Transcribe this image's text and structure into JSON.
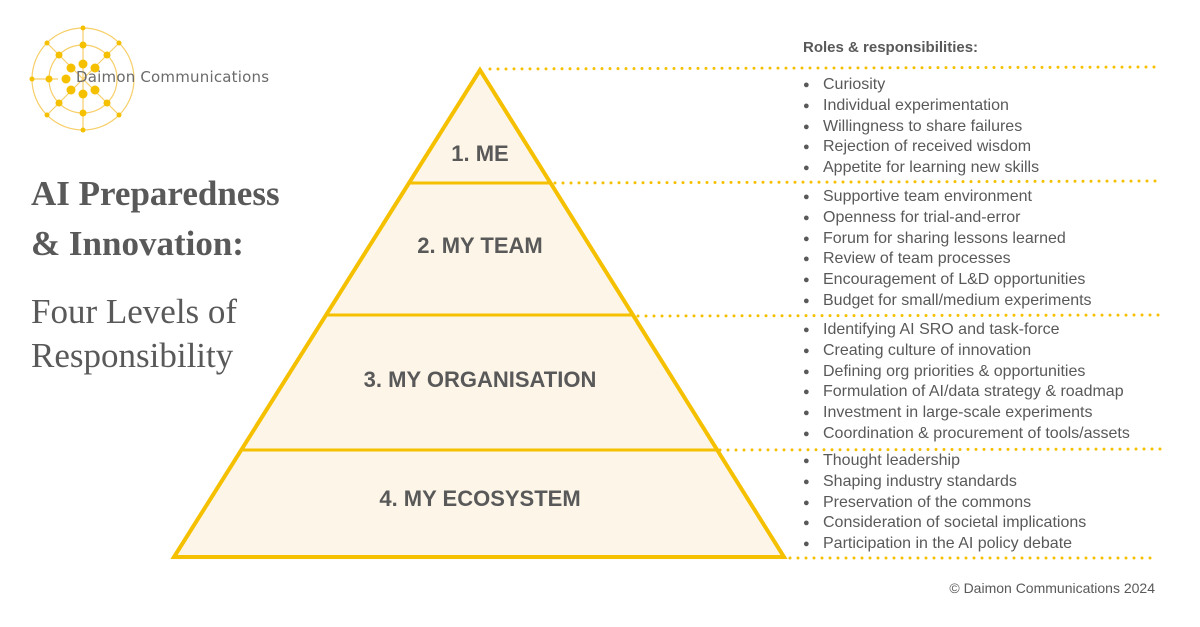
{
  "brand": {
    "name": "Daimon Communications",
    "accent": "#f5c000",
    "fill": "#fdf6e8",
    "text": "#595959"
  },
  "title": {
    "line1": "AI Preparedness",
    "line2": "& Innovation:"
  },
  "subtitle": {
    "line1": "Four Levels of",
    "line2": "Responsibility"
  },
  "pyramid": {
    "levels": [
      "1. ME",
      "2. MY TEAM",
      "3. MY ORGANISATION",
      "4. MY ECOSYSTEM"
    ]
  },
  "roles": {
    "heading": "Roles & responsibilities:",
    "sections": [
      {
        "items": [
          "Curiosity",
          "Individual experimentation",
          "Willingness to share failures",
          "Rejection of received wisdom",
          "Appetite for learning new skills"
        ]
      },
      {
        "items": [
          "Supportive team environment",
          "Openness for trial-and-error",
          "Forum for sharing lessons learned",
          "Review of team processes",
          "Encouragement of L&D opportunities",
          "Budget for small/medium experiments"
        ]
      },
      {
        "items": [
          "Identifying AI SRO and task-force",
          "Creating culture of innovation",
          "Defining org priorities & opportunities",
          "Formulation of AI/data strategy & roadmap",
          "Investment in large-scale experiments",
          "Coordination & procurement of tools/assets"
        ]
      },
      {
        "items": [
          "Thought leadership",
          "Shaping industry standards",
          "Preservation of the commons",
          "Consideration of societal implications",
          "Participation in the AI policy debate"
        ]
      }
    ]
  },
  "copyright": "© Daimon Communications 2024"
}
